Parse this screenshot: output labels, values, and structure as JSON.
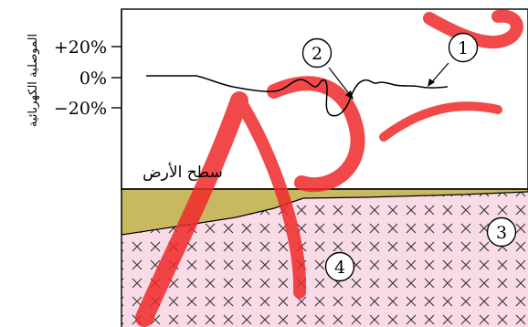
{
  "y_axis": {
    "label": "الموصلية الكهربائية",
    "ticks": [
      "+20%",
      "0%",
      "−20%"
    ]
  },
  "ground_label": "سطح الأرض",
  "callouts": [
    "1",
    "2",
    "3",
    "4"
  ],
  "watermark_text": "عو",
  "colors": {
    "soil": "#c8b961",
    "rock": "#f9dbe8",
    "rock_cross": "#333333",
    "watermark": "#ef2a2a",
    "line": "#000000"
  }
}
